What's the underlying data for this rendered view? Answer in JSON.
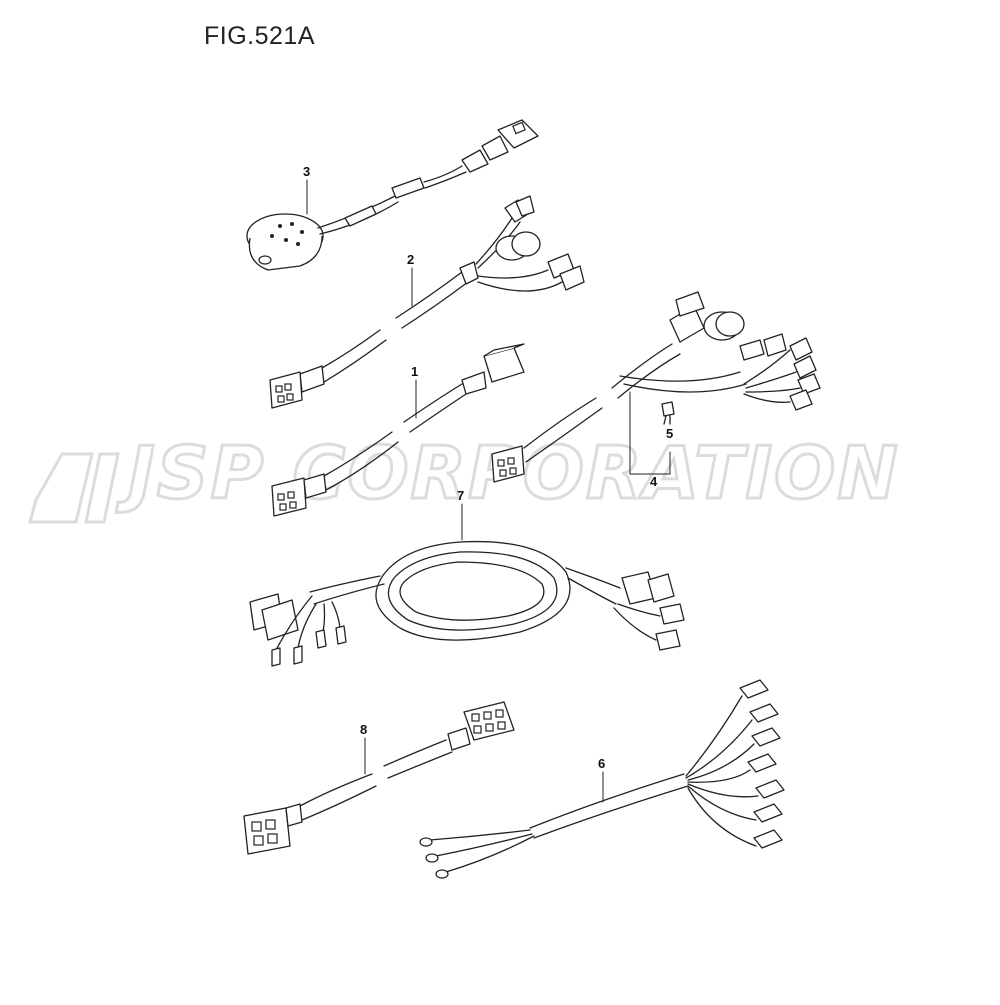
{
  "figure": {
    "title": "FIG.521A"
  },
  "watermark": {
    "text": "JSP CORPORATION",
    "color": "#dcdcdc"
  },
  "callouts": [
    "3",
    "2",
    "1",
    "5",
    "4",
    "7",
    "8",
    "6"
  ]
}
